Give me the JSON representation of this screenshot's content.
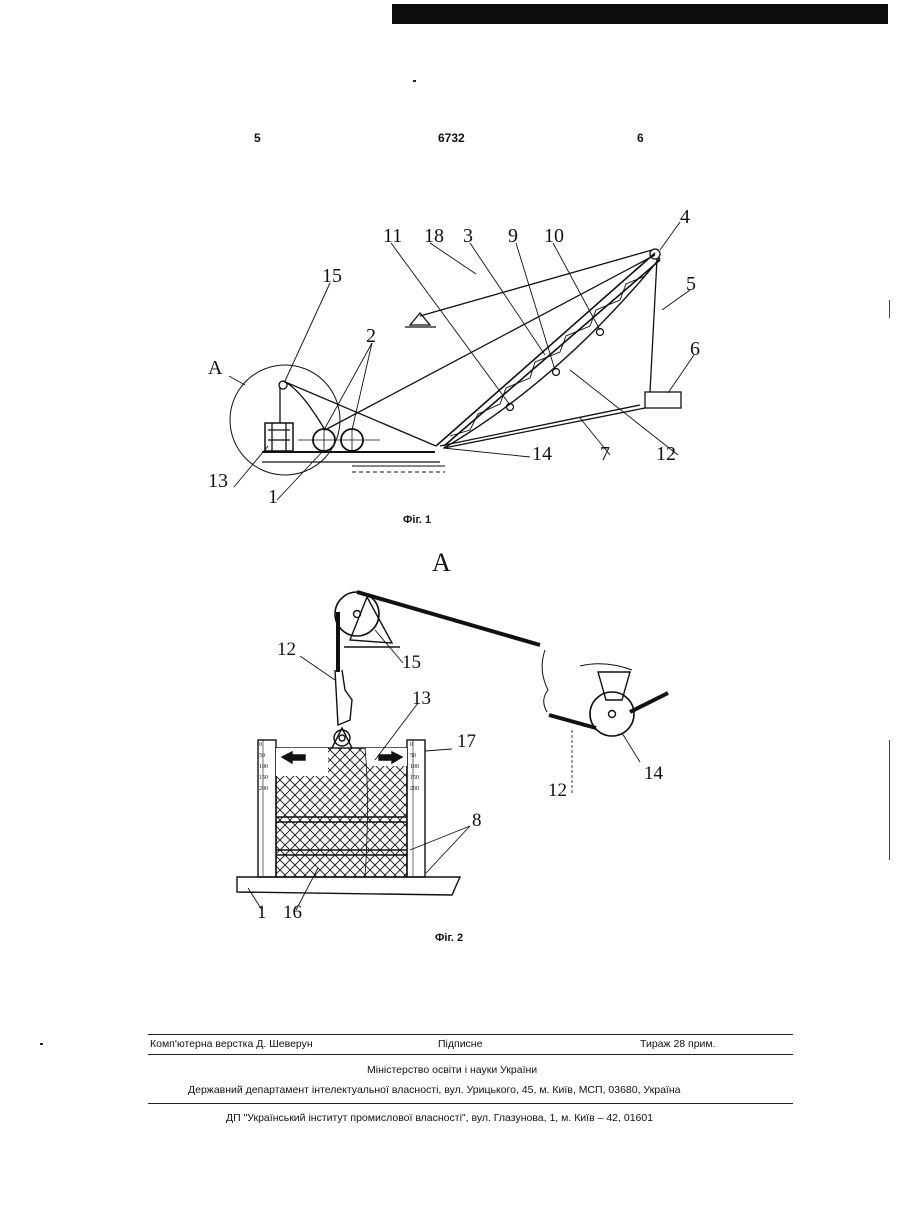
{
  "header": {
    "left_page": "5",
    "patent_no": "6732",
    "right_page": "6"
  },
  "fig1": {
    "caption": "Фіг. 1",
    "labels": [
      "11",
      "18",
      "3",
      "9",
      "10",
      "4",
      "5",
      "6",
      "15",
      "2",
      "A",
      "13",
      "1",
      "14",
      "7",
      "12"
    ]
  },
  "fig2": {
    "caption": "Фіг. 2",
    "view_label": "A",
    "labels": [
      "12",
      "13",
      "15",
      "17",
      "8",
      "12",
      "14",
      "1",
      "16"
    ],
    "scale_left": [
      "0",
      "50",
      "100",
      "150",
      "200"
    ],
    "scale_right": [
      "0",
      "50",
      "100",
      "150",
      "200"
    ]
  },
  "footer": {
    "typesetting": "Комп'ютерна верстка Д. Шеверун",
    "signed": "Підписне",
    "circulation": "Тираж 28 прим.",
    "ministry": "Міністерство освіти і науки України",
    "department": "Державний департамент інтелектуальної власності, вул. Урицького, 45, м. Київ, МСП, 03680, Україна",
    "institute": "ДП \"Український інститут промислової власності\", вул. Глазунова, 1, м. Київ – 42, 01601"
  }
}
